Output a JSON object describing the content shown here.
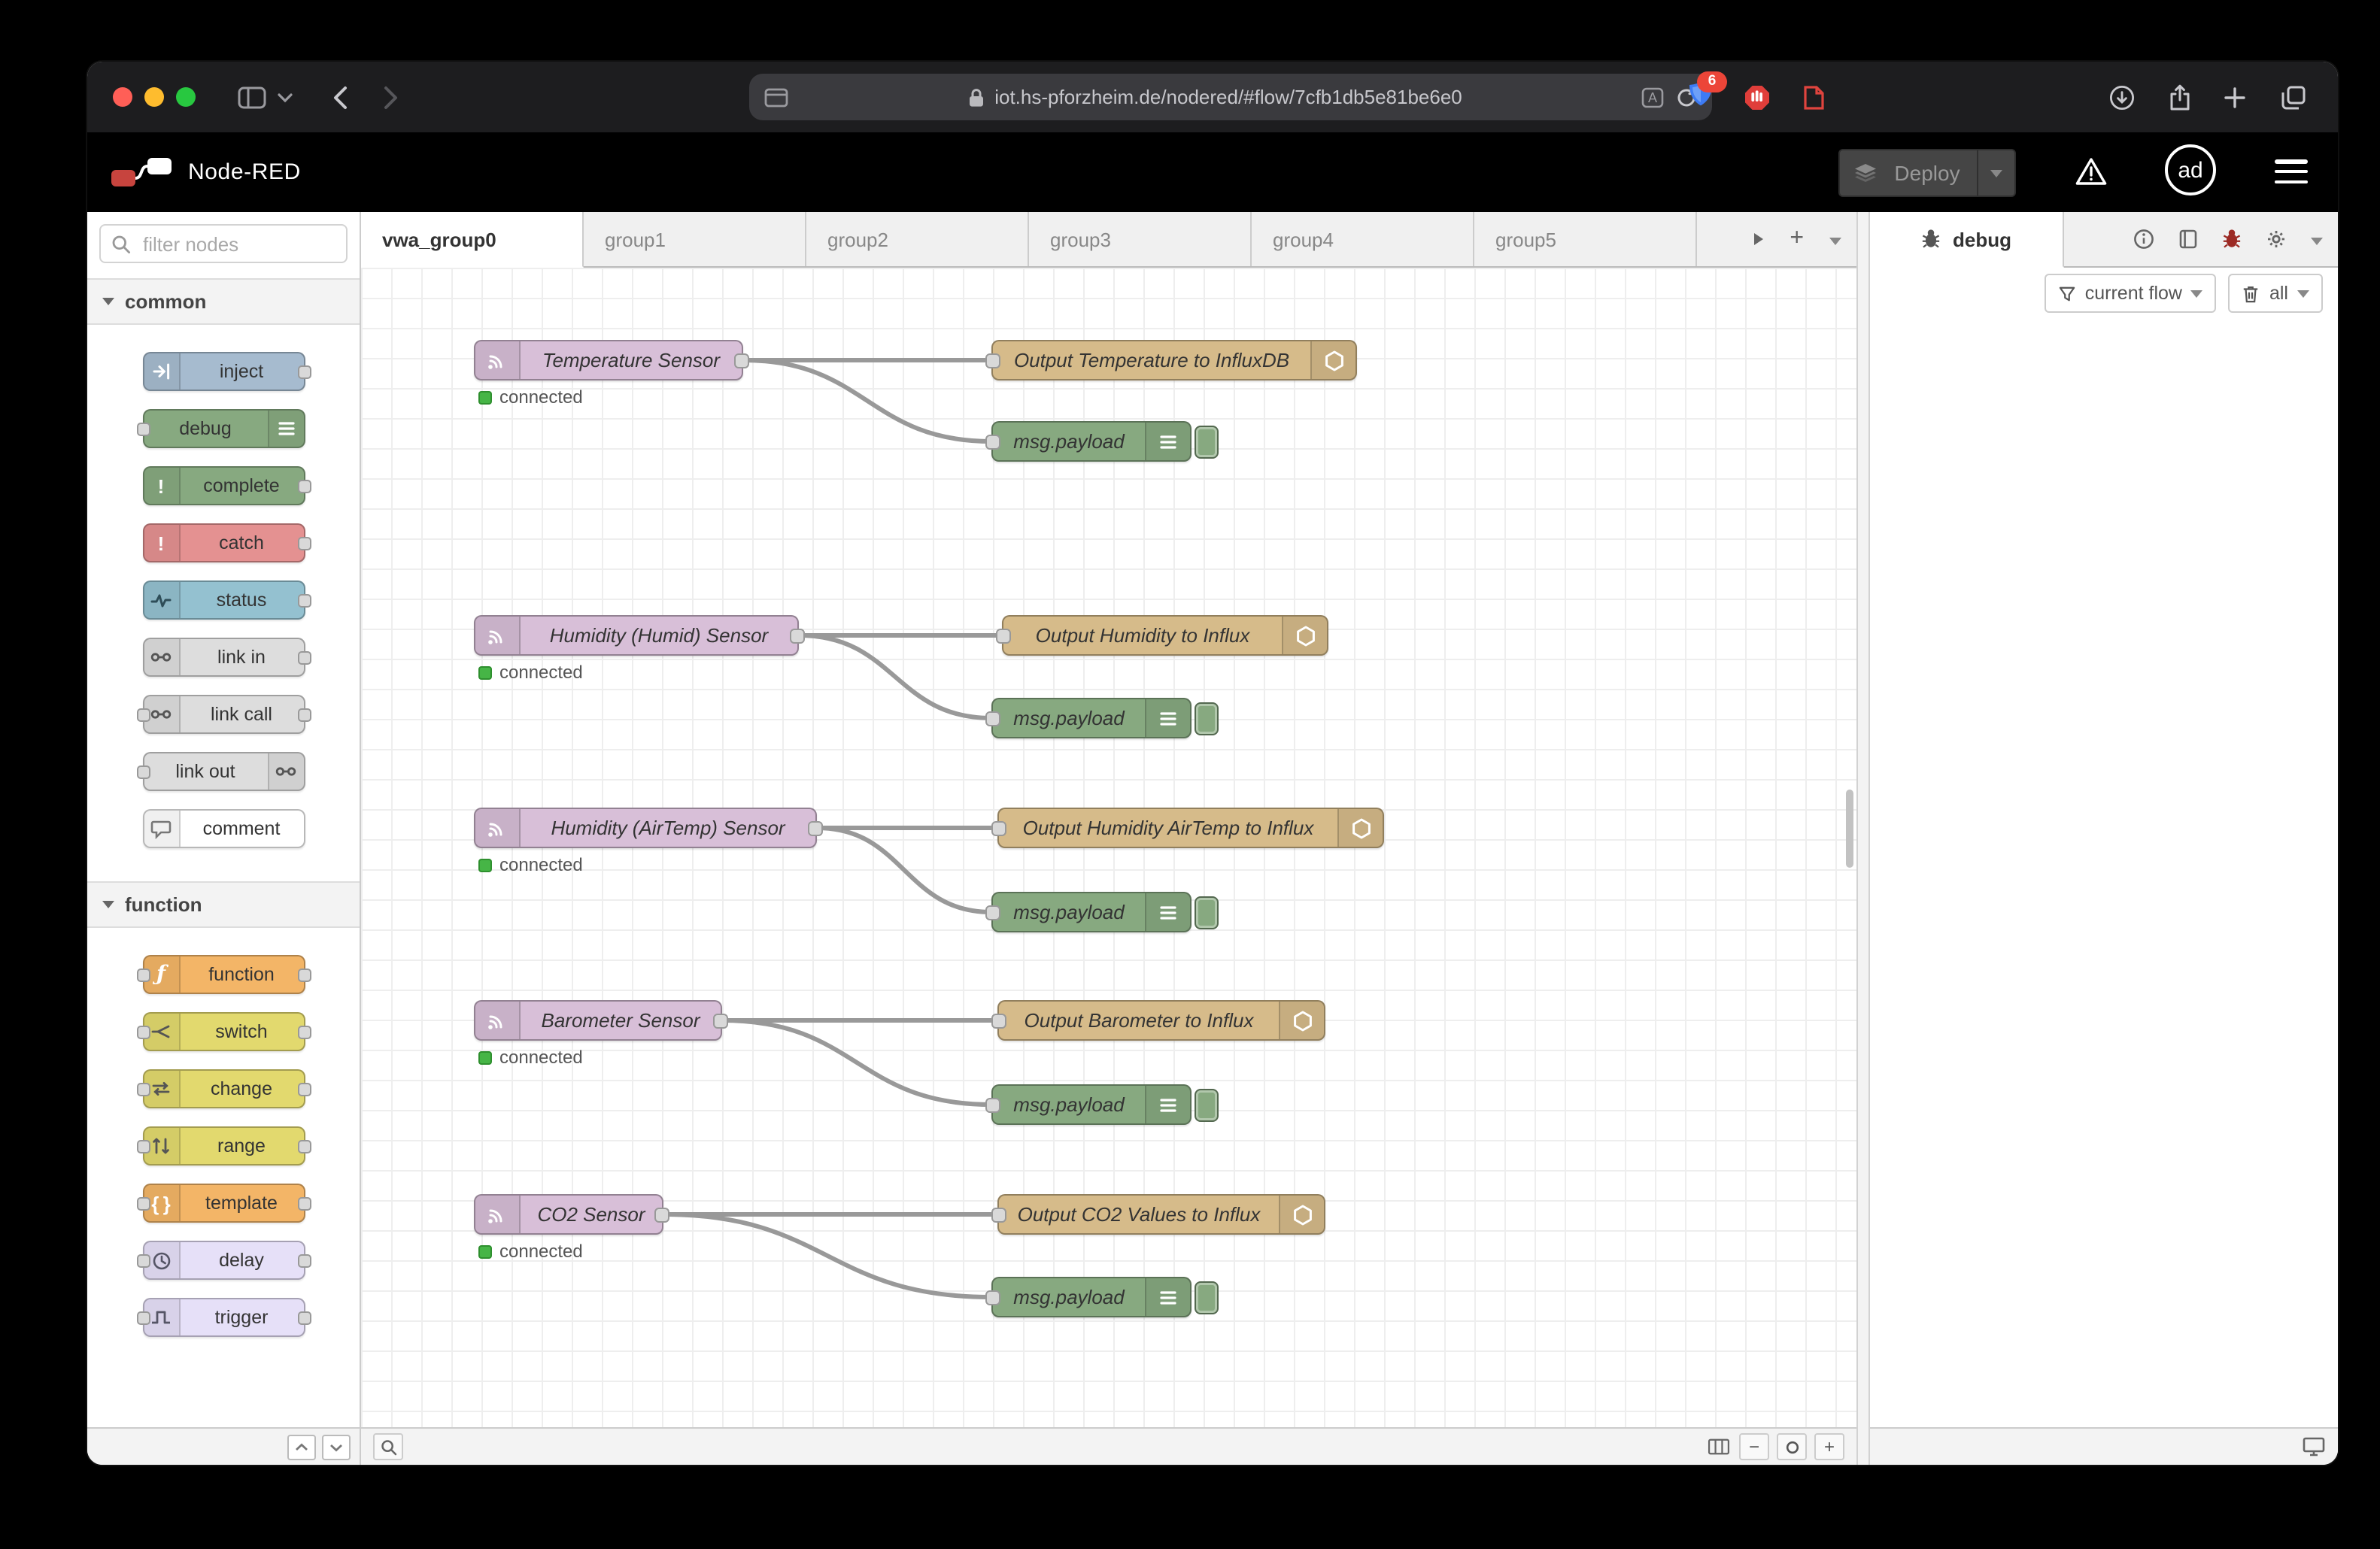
{
  "browser": {
    "url": "iot.hs-pforzheim.de/nodered/#flow/7cfb1db5e81be6e0",
    "shield_badge": "6"
  },
  "app": {
    "title": "Node-RED",
    "deploy_label": "Deploy",
    "avatar": "ad"
  },
  "workspace_tabs": {
    "active": "vwa_group0",
    "tabs": [
      "vwa_group0",
      "group1",
      "group2",
      "group3",
      "group4",
      "group5"
    ]
  },
  "palette": {
    "search_placeholder": "filter nodes",
    "categories": [
      {
        "label": "common",
        "items": [
          {
            "label": "inject",
            "color": "#a6bbcf"
          },
          {
            "label": "debug",
            "color": "#87a980"
          },
          {
            "label": "complete",
            "color": "#87a980"
          },
          {
            "label": "catch",
            "color": "#e49191"
          },
          {
            "label": "status",
            "color": "#94c1d0"
          },
          {
            "label": "link in",
            "color": "#dddddd"
          },
          {
            "label": "link call",
            "color": "#dddddd"
          },
          {
            "label": "link out",
            "color": "#dddddd"
          },
          {
            "label": "comment",
            "color": "#ffffff"
          }
        ]
      },
      {
        "label": "function",
        "items": [
          {
            "label": "function",
            "color": "#f3b567"
          },
          {
            "label": "switch",
            "color": "#e2d96e"
          },
          {
            "label": "change",
            "color": "#e2d96e"
          },
          {
            "label": "range",
            "color": "#e2d96e"
          },
          {
            "label": "template",
            "color": "#f3b567"
          },
          {
            "label": "delay",
            "color": "#e6e0f8"
          },
          {
            "label": "trigger",
            "color": "#e6e0f8"
          }
        ]
      }
    ]
  },
  "canvas": {
    "flows": [
      {
        "sensor": "Temperature Sensor",
        "status": "connected",
        "output": "Output Temperature to InfluxDB",
        "debug": "msg.payload"
      },
      {
        "sensor": "Humidity (Humid) Sensor",
        "status": "connected",
        "output": "Output Humidity to Influx",
        "debug": "msg.payload"
      },
      {
        "sensor": "Humidity (AirTemp) Sensor",
        "status": "connected",
        "output": "Output Humidity AirTemp to Influx",
        "debug": "msg.payload"
      },
      {
        "sensor": "Barometer Sensor",
        "status": "connected",
        "output": "Output Barometer to Influx",
        "debug": "msg.payload"
      },
      {
        "sensor": "CO2 Sensor",
        "status": "connected",
        "output": "Output CO2 Values to Influx",
        "debug": "msg.payload"
      }
    ],
    "node_colors": {
      "mqtt_in": "#d8bfd8",
      "influx_out": "#d6bb8a",
      "debug": "#87a980"
    },
    "wire_color": "#999999",
    "status_connected_color": "#46b546"
  },
  "sidebar": {
    "tab_label": "debug",
    "filter_button": "current flow",
    "clear_button": "all"
  },
  "colors": {
    "header_bg": "#000000",
    "deploy_bg": "#454545",
    "traffic_lights": [
      "#ff5f57",
      "#febc2e",
      "#28c840"
    ]
  }
}
